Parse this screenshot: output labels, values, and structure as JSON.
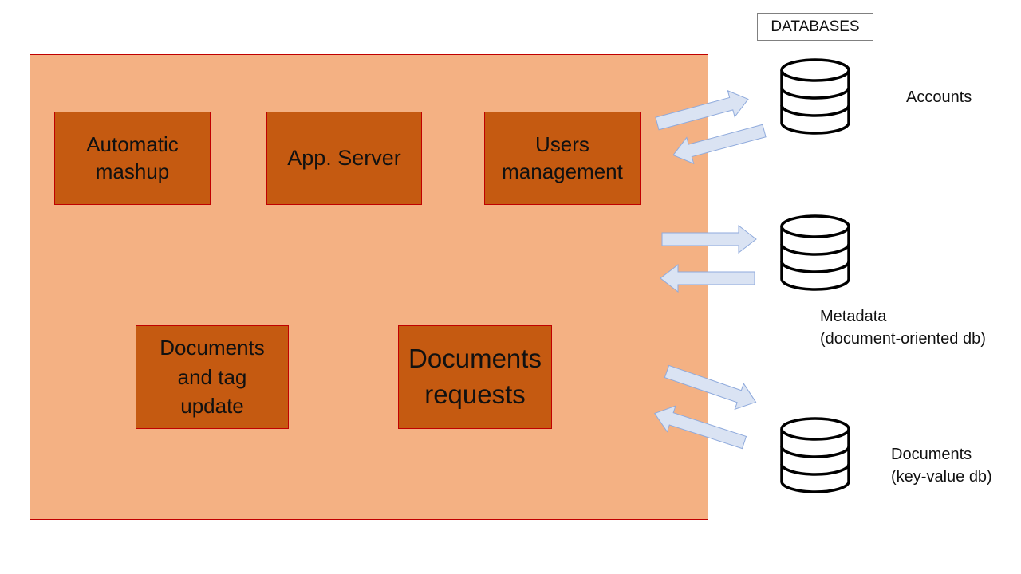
{
  "modules": {
    "mashup": "Automatic\nmashup",
    "app_server": "App. Server",
    "users": "Users\nmanagement",
    "doc_update": "Documents\nand tag\nupdate",
    "doc_requests": "Documents\nrequests"
  },
  "databases": {
    "header": "DATABASES",
    "items": [
      {
        "label": "Accounts"
      },
      {
        "label": "Metadata\n(document-oriented db)"
      },
      {
        "label": "Documents\n(key-value db)"
      }
    ]
  },
  "colors": {
    "system_fill": "#f4b183",
    "module_fill": "#c55a11",
    "border": "#c00000",
    "arrow_fill": "#dae3f3",
    "arrow_stroke": "#8faadc"
  }
}
